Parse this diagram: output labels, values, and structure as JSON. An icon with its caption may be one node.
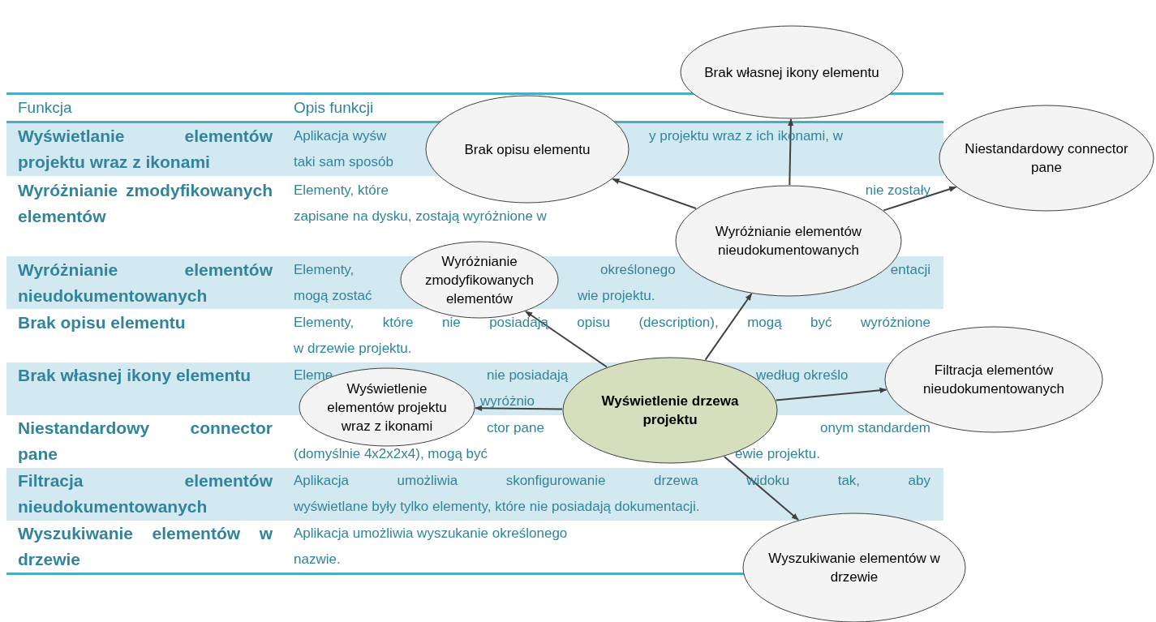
{
  "diagram": {
    "nodes": [
      {
        "text": [
          "Wyświetlenie drzewa projektu"
        ]
      },
      {
        "text": [
          "Wyświetlenie elementów projektu wraz z ikonami"
        ]
      },
      {
        "text": [
          "Wyróżnianie zmodyfikowanych elementów"
        ]
      },
      {
        "text": [
          "Brak opisu elementu"
        ]
      },
      {
        "text": [
          "Wyróżnianie elementów nieudokumentowanych"
        ]
      },
      {
        "text": [
          "Brak własnej ikony elementu"
        ]
      },
      {
        "text": [
          "Niestandardowy connector pane"
        ]
      },
      {
        "text": [
          "Filtracja elementów nieudokumentowanych"
        ]
      },
      {
        "text": [
          "Wyszukiwanie elementów w drzewie"
        ]
      }
    ],
    "edges": [
      {
        "from": 0,
        "to": 1,
        "arrow": "to"
      },
      {
        "from": 0,
        "to": 2,
        "arrow": "to"
      },
      {
        "from": 0,
        "to": 4,
        "arrow": "to"
      },
      {
        "from": 0,
        "to": 7,
        "arrow": "to"
      },
      {
        "from": 0,
        "to": 8,
        "arrow": "to"
      },
      {
        "from": 4,
        "to": 3,
        "arrow": "to"
      },
      {
        "from": 4,
        "to": 5,
        "arrow": "to"
      },
      {
        "from": 4,
        "to": 6,
        "arrow": "to"
      }
    ],
    "labels": [
      "Funkcja",
      "Opis funkcji",
      "Wyświetlanie elementów projektu wraz z ikonami",
      "Aplikacja wyśw",
      "y projektu wraz z ich ikonami, w",
      "taki sam sposób",
      "Wyróżnianie zmodyfikowanych elementów",
      "Elementy, które",
      "nie zostały",
      "zapisane na dysku, zostają wyróżnione w",
      "Wyróżnianie elementów nieudokumentowanych",
      "Elementy,",
      "określonego",
      "entacji",
      "mogą zostać",
      "wie projektu.",
      "Brak opisu elementu",
      "Elementy, które nie posiadają opisu (description), mogą być wyróżnione",
      "w drzewie projektu.",
      "Brak własnej ikony elementu",
      "Eleme",
      "nie posiadają",
      "według określo",
      "wyróżnio",
      "Niestandardowy connector pane",
      "ctor pane",
      "onym standardem",
      "(domyślnie 4x2x2x4), mogą być",
      "ewie projektu.",
      "Filtracja elementów nieudokumentowanych",
      "Aplikacja umożliwia skonfigurowanie drzewa widoku tak, aby",
      "wyświetlane były tylko elementy, które nie posiadają dokumentacji.",
      "Wyszukiwanie elementów w drzewie",
      "Aplikacja umożliwia wyszukanie określonego",
      "nazwie."
    ]
  }
}
